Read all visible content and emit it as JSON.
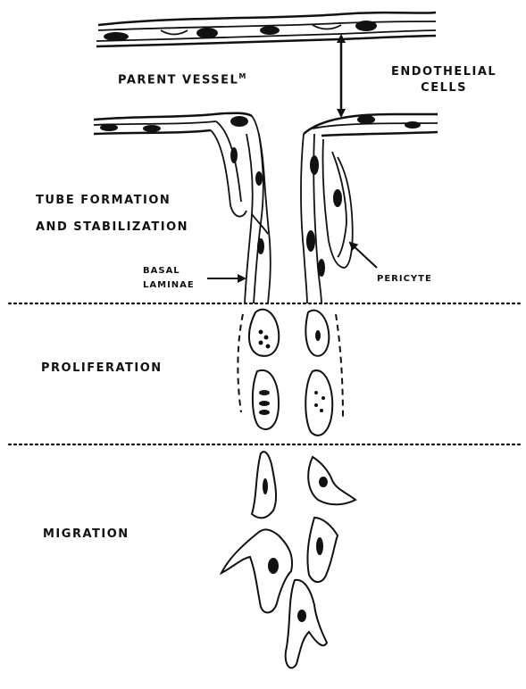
{
  "labels": {
    "parent_vessel": "PARENT VESSEL",
    "parent_vessel_mark": "M",
    "endothelial_line1": "ENDOTHELIAL",
    "endothelial_line2": "CELLS",
    "tube_formation_line1": "TUBE FORMATION",
    "tube_formation_line2": "AND STABILIZATION",
    "basal_line1": "BASAL",
    "basal_line2": "LAMINAE",
    "pericyte": "PERICYTE",
    "proliferation": "PROLIFERATION",
    "migration": "MIGRATION"
  }
}
